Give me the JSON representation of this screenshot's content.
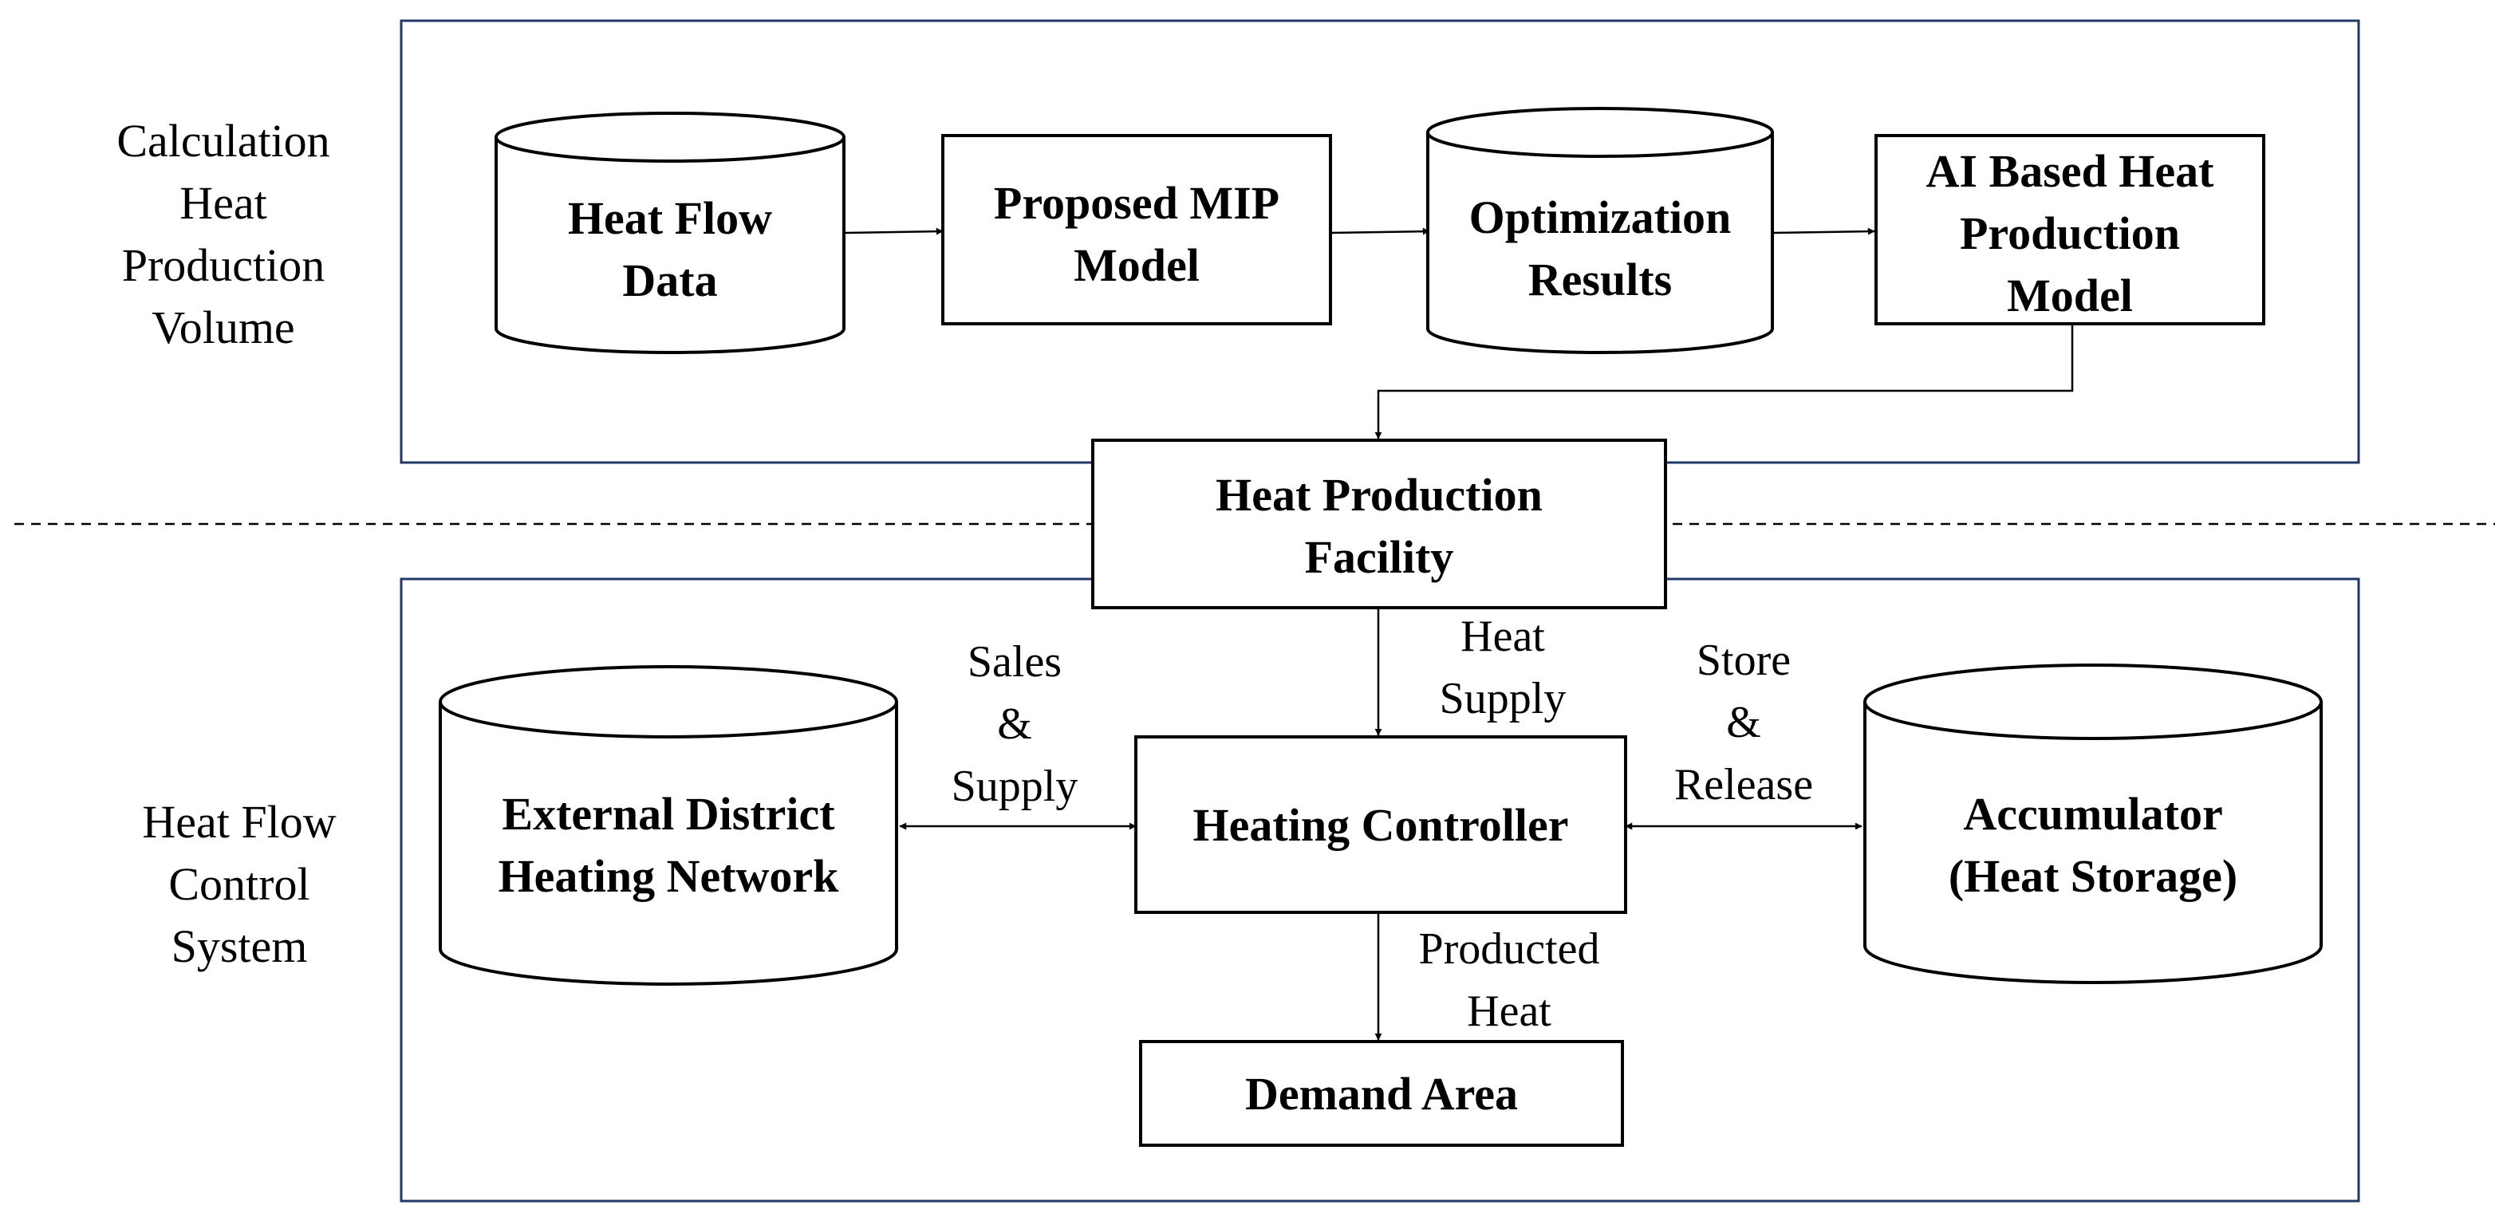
{
  "sections": {
    "top_label": [
      "Calculation",
      "Heat",
      "Production",
      "Volume"
    ],
    "bottom_label": [
      "Heat Flow",
      "Control",
      "System"
    ]
  },
  "nodes": {
    "heat_flow_data": [
      "Heat Flow",
      "Data"
    ],
    "proposed_mip_model": [
      "Proposed MIP",
      "Model"
    ],
    "optimization_results": [
      "Optimization",
      "Results"
    ],
    "ai_model": [
      "AI Based Heat",
      "Production",
      "Model"
    ],
    "heat_production_facility": [
      "Heat Production",
      "Facility"
    ],
    "external_network": [
      "External District",
      "Heating Network"
    ],
    "heating_controller": [
      "Heating Controller"
    ],
    "accumulator": [
      "Accumulator",
      "(Heat Storage)"
    ],
    "demand_area": [
      "Demand Area"
    ]
  },
  "edges": {
    "heat_supply": [
      "Heat",
      "Supply"
    ],
    "sales_supply": [
      "Sales",
      "&",
      "Supply"
    ],
    "store_release": [
      "Store",
      "&",
      "Release"
    ],
    "producted_heat": [
      "Producted",
      "Heat"
    ]
  }
}
